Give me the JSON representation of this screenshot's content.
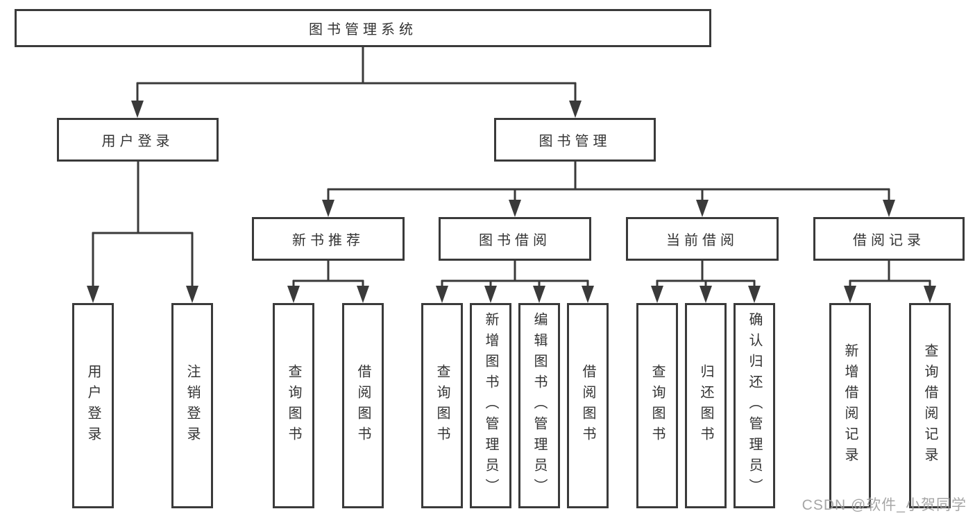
{
  "diagram": {
    "title": "图书管理系统",
    "watermark": "CSDN @软件_小贺同学",
    "colors": {
      "line": "#3a3a3a",
      "box_border": "#3a3a3a",
      "text": "#333333",
      "background": "#ffffff",
      "watermark": "#9e9e9e"
    },
    "nodes": {
      "root": {
        "label": "图书管理系统"
      },
      "user_login": {
        "label": "用户登录"
      },
      "book_mgmt": {
        "label": "图书管理"
      },
      "new_book_rec": {
        "label": "新书推荐"
      },
      "book_borrow": {
        "label": "图书借阅"
      },
      "current_borrow": {
        "label": "当前借阅"
      },
      "borrow_record": {
        "label": "借阅记录"
      },
      "leaf_user_login": {
        "label": "用户登录"
      },
      "leaf_logout": {
        "label": "注销登录"
      },
      "leaf_rec_query_book": {
        "label": "查询图书"
      },
      "leaf_rec_borrow_book": {
        "label": "借阅图书"
      },
      "leaf_bb_query_book": {
        "label": "查询图书"
      },
      "leaf_bb_add_book": {
        "label": "新增图书（管理员）"
      },
      "leaf_bb_edit_book": {
        "label": "编辑图书（管理员）"
      },
      "leaf_bb_borrow_book": {
        "label": "借阅图书"
      },
      "leaf_cb_query_book": {
        "label": "查询图书"
      },
      "leaf_cb_return_book": {
        "label": "归还图书"
      },
      "leaf_cb_confirm_return": {
        "label": "确认归还（管理员）"
      },
      "leaf_br_add_record": {
        "label": "新增借阅记录"
      },
      "leaf_br_query_record": {
        "label": "查询借阅记录"
      }
    }
  }
}
